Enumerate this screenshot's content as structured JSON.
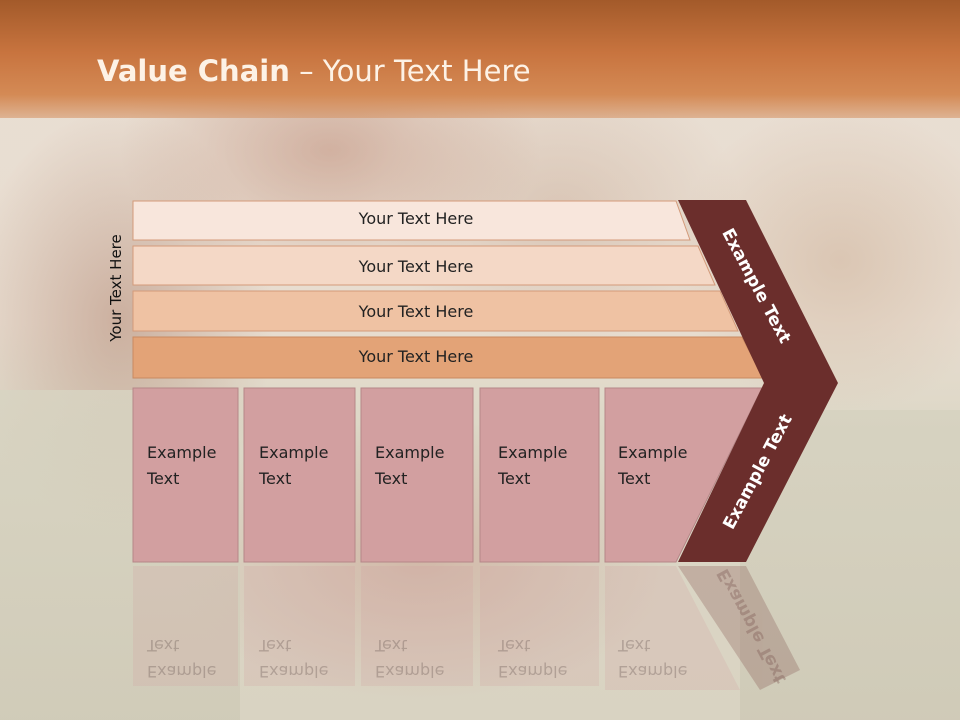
{
  "title": {
    "bold": "Value Chain",
    "rest": " – Your Text Here"
  },
  "side_label": "Your Text Here",
  "rows": [
    {
      "label": "Your Text Here",
      "color": "#f8e6dc"
    },
    {
      "label": "Your Text Here",
      "color": "#f4d8c6"
    },
    {
      "label": "Your Text Here",
      "color": "#efc2a3"
    },
    {
      "label": "Your Text Here",
      "color": "#e3a377"
    }
  ],
  "boxes": [
    {
      "line1": "Example",
      "line2": "Text"
    },
    {
      "line1": "Example",
      "line2": "Text"
    },
    {
      "line1": "Example",
      "line2": "Text"
    },
    {
      "line1": "Example",
      "line2": "Text"
    },
    {
      "line1": "Example",
      "line2": "Text"
    }
  ],
  "chevron_top_label": "Example Text",
  "chevron_bottom_label": "Example Text",
  "colors": {
    "header": "#c8743f",
    "chevron": "#6b2e2c",
    "box": "#d29fa0"
  }
}
